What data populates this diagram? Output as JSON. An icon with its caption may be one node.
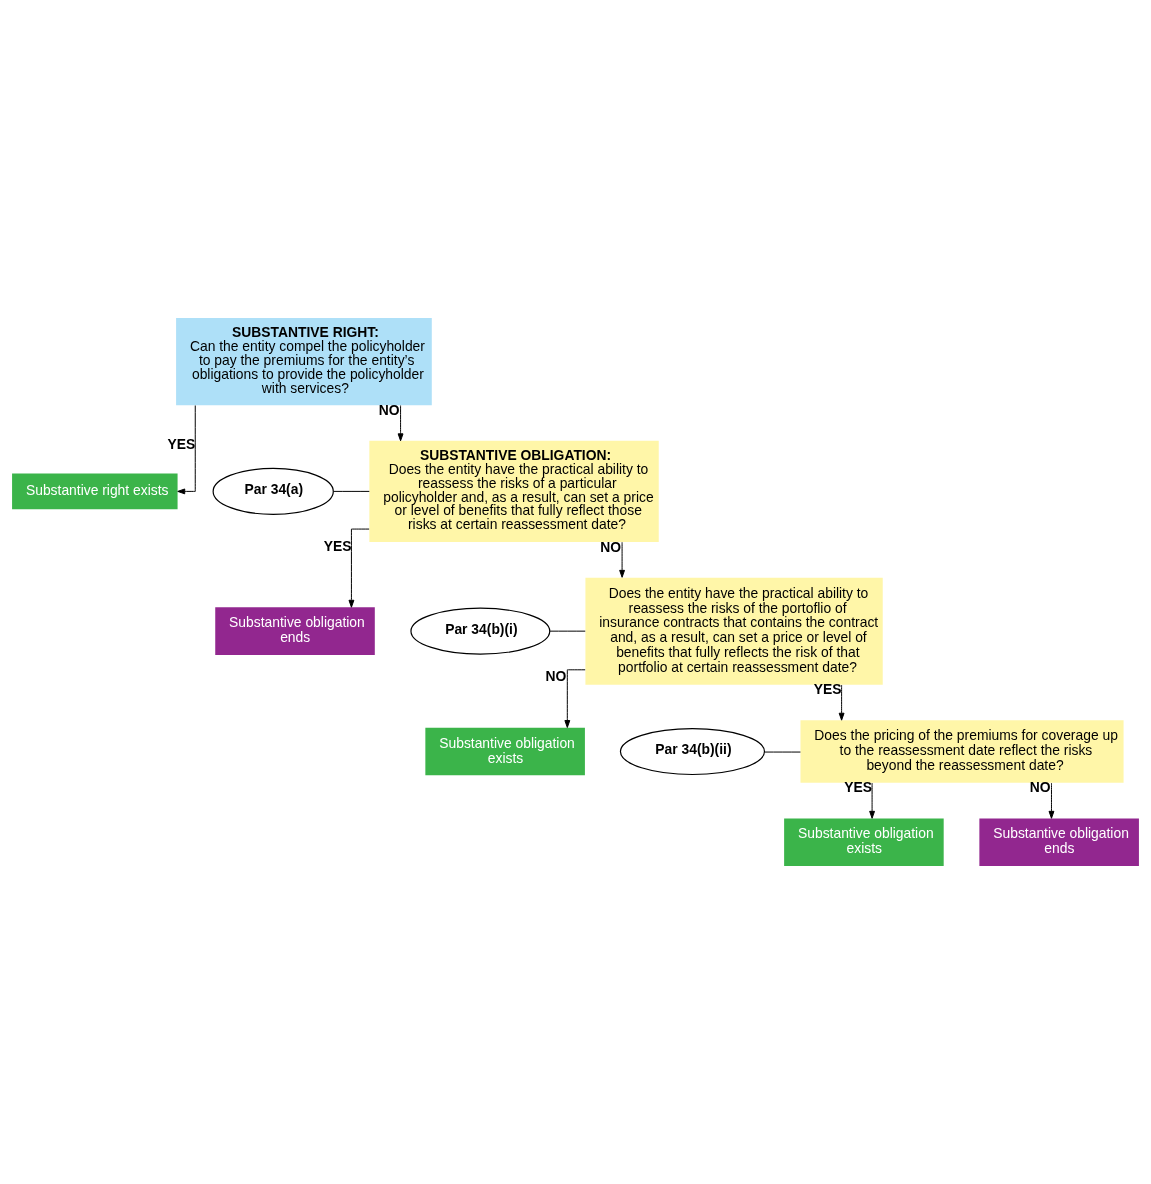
{
  "diagram": {
    "nodes": [
      {
        "text": [
          "SUBSTANTIVE RIGHT:",
          "Can the entity compel the policyholder to pay the premiums for the entity’s obligations to provide the policyholder with services?"
        ]
      },
      {
        "text": [
          "Substantive right exists"
        ]
      },
      {
        "text": [
          "SUBSTANTIVE OBLIGATION:",
          "Does the entity have the practical ability to reassess the risks of a particular policyholder and, as a result, can set a price or level of benefits that fully reflect those risks at certain reassessment date?"
        ]
      },
      {
        "text": [
          "Par 34(a)"
        ]
      },
      {
        "text": [
          "Substantive obligation ends"
        ]
      },
      {
        "text": [
          "Par 34(b)(i)"
        ]
      },
      {
        "text": [
          "Does the entity have the practical ability to reassess the risks of the portoflio of insurance contracts that contains the contract and, as a result, can set a price or level of benefits that fully reflects the risk of that portfolio at certain reassessment date?"
        ]
      },
      {
        "text": [
          "Substantive obligation exists"
        ]
      },
      {
        "text": [
          "Does the pricing of the premiums for coverage up to the reassessment date reflect the risks beyond the reassessment date?"
        ]
      },
      {
        "text": [
          "Par 34(b)(ii)"
        ]
      },
      {
        "text": [
          "Substantive obligation exists"
        ]
      },
      {
        "text": [
          "Substantive obligation ends"
        ]
      }
    ],
    "edges": [
      {
        "from": 0,
        "to": 1,
        "arrow": "to",
        "label": "YES"
      },
      {
        "from": 0,
        "to": 2,
        "arrow": "to",
        "label": "NO"
      },
      {
        "from": 3,
        "to": 2,
        "arrow": "none"
      },
      {
        "from": 2,
        "to": 4,
        "arrow": "to",
        "label": "YES"
      },
      {
        "from": 2,
        "to": 6,
        "arrow": "to",
        "label": "NO"
      },
      {
        "from": 5,
        "to": 6,
        "arrow": "none"
      },
      {
        "from": 6,
        "to": 7,
        "arrow": "to",
        "label": "NO"
      },
      {
        "from": 6,
        "to": 8,
        "arrow": "to",
        "label": "YES"
      },
      {
        "from": 9,
        "to": 8,
        "arrow": "none"
      },
      {
        "from": 8,
        "to": 10,
        "arrow": "to",
        "label": "YES"
      },
      {
        "from": 8,
        "to": 11,
        "arrow": "to",
        "label": "NO"
      }
    ]
  }
}
